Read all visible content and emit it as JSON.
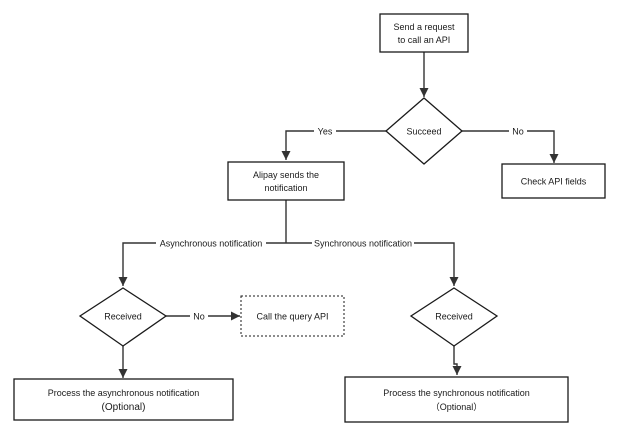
{
  "nodes": {
    "send_request": {
      "line1": "Send a request",
      "line2": "to call an API"
    },
    "succeed": {
      "label": "Succeed"
    },
    "alipay_sends": {
      "line1": "Alipay sends the",
      "line2": "notification"
    },
    "check_fields": {
      "label": "Check API fields"
    },
    "received_async": {
      "label": "Received"
    },
    "call_query": {
      "label": "Call the query API"
    },
    "received_sync": {
      "label": "Received"
    },
    "process_async": {
      "line1": "Process the asynchronous notification",
      "line2": "(Optional)"
    },
    "process_sync": {
      "line1": "Process the synchronous notification",
      "line2": "（Optional）"
    }
  },
  "edges": {
    "yes": "Yes",
    "no_succeed": "No",
    "async": "Asynchronous notification",
    "sync": "Synchronous notification",
    "no_received": "No"
  },
  "colors": {
    "line": "#333333",
    "border": "#1a1a1a",
    "background": "#ffffff"
  }
}
